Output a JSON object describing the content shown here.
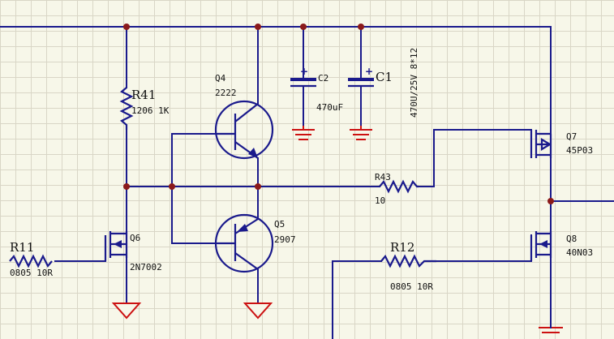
{
  "schematic": {
    "components": {
      "r41": {
        "designator": "R41",
        "value": "1206 1K"
      },
      "r11": {
        "designator": "R11",
        "value": "0805 10R"
      },
      "r12": {
        "designator": "R12",
        "value": "0805 10R"
      },
      "r43": {
        "designator": "R43",
        "value": "10"
      },
      "q4": {
        "designator": "Q4",
        "value": "2222"
      },
      "q5": {
        "designator": "Q5",
        "value": "2907"
      },
      "q6": {
        "designator": "Q6",
        "value": "2N7002"
      },
      "q7": {
        "designator": "Q7",
        "value": "45P03"
      },
      "q8": {
        "designator": "Q8",
        "value": "40N03"
      },
      "c1": {
        "designator": "C1",
        "value": "470U/25V 8*12"
      },
      "c2": {
        "designator": "C2",
        "value": "470uF"
      }
    },
    "polarity_mark": "+",
    "colors": {
      "wire": "#1a1a8c",
      "ground": "#cc1111",
      "junction": "#8b1a1a",
      "grid": "#d9d6c6",
      "background": "#f7f7e9"
    }
  }
}
